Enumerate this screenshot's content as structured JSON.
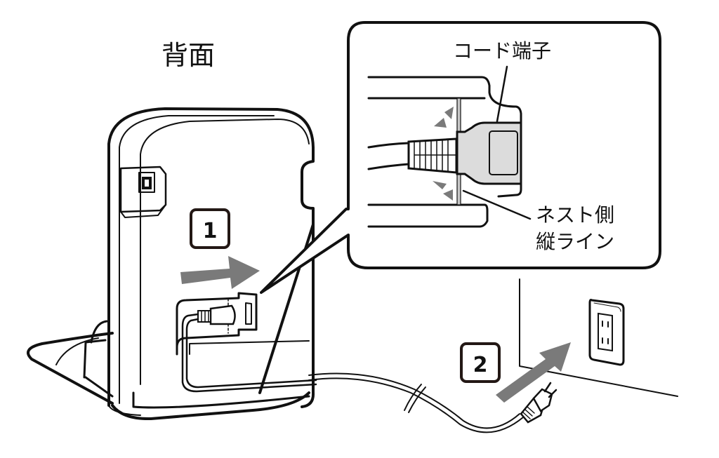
{
  "title": "背面",
  "callout": {
    "label_terminal": "コード端子",
    "label_nest_line_1": "ネスト側",
    "label_nest_line_2": "縦ライン"
  },
  "steps": [
    {
      "number": "1",
      "action": "insert cord terminal into rear of base"
    },
    {
      "number": "2",
      "action": "plug power plug into wall outlet"
    }
  ],
  "colors": {
    "arrow": "#7a7a7a",
    "terminal_fill": "#dcdcdc",
    "line": "#111111",
    "badge_border": "#231815"
  }
}
